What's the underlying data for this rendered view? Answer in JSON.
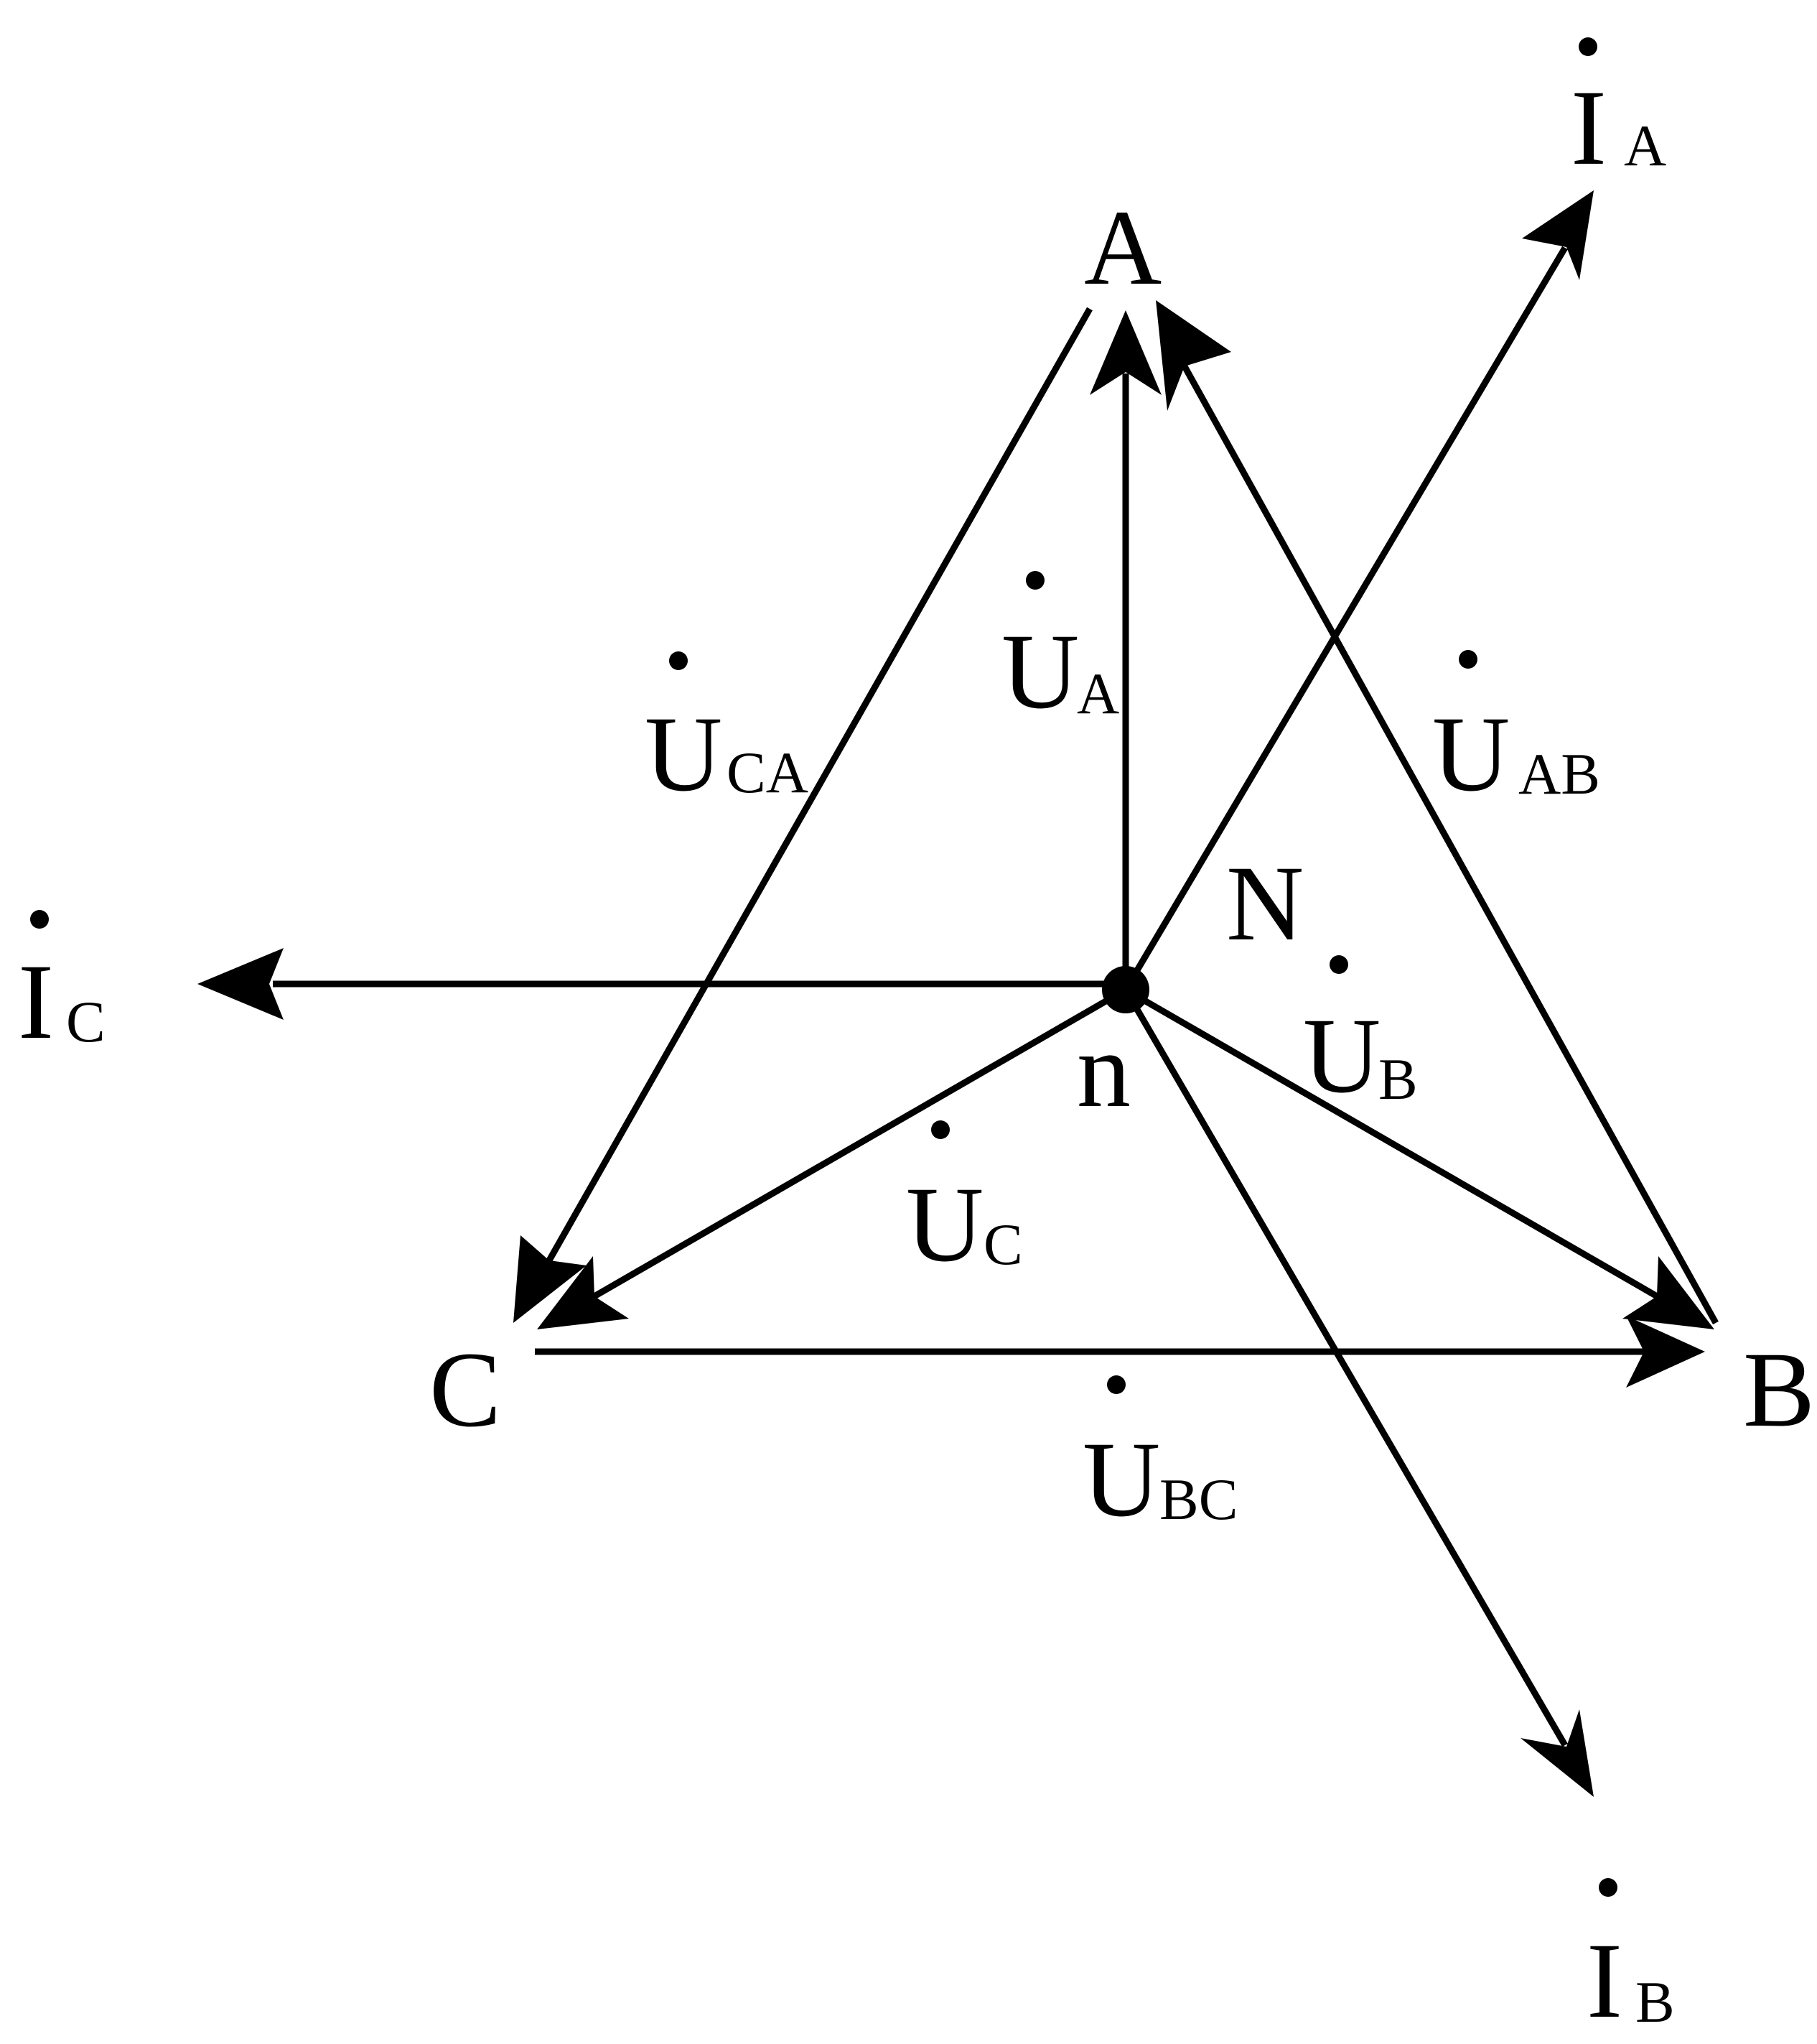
{
  "nodes": {
    "A": "A",
    "B": "B",
    "C": "C",
    "N": "N",
    "n": "n"
  },
  "labels": {
    "I_A": {
      "main": "I",
      "sub": "A"
    },
    "I_B": {
      "main": "I",
      "sub": "B"
    },
    "I_C": {
      "main": "I",
      "sub": "C"
    },
    "U_A": {
      "main": "U",
      "sub": "A"
    },
    "U_B": {
      "main": "U",
      "sub": "B"
    },
    "U_C": {
      "main": "U",
      "sub": "C"
    },
    "U_AB": {
      "main": "U",
      "sub": "AB"
    },
    "U_BC": {
      "main": "U",
      "sub": "BC"
    },
    "U_CA": {
      "main": "U",
      "sub": "CA"
    }
  },
  "colors": {
    "ink": "#000000",
    "background": "#ffffff"
  }
}
